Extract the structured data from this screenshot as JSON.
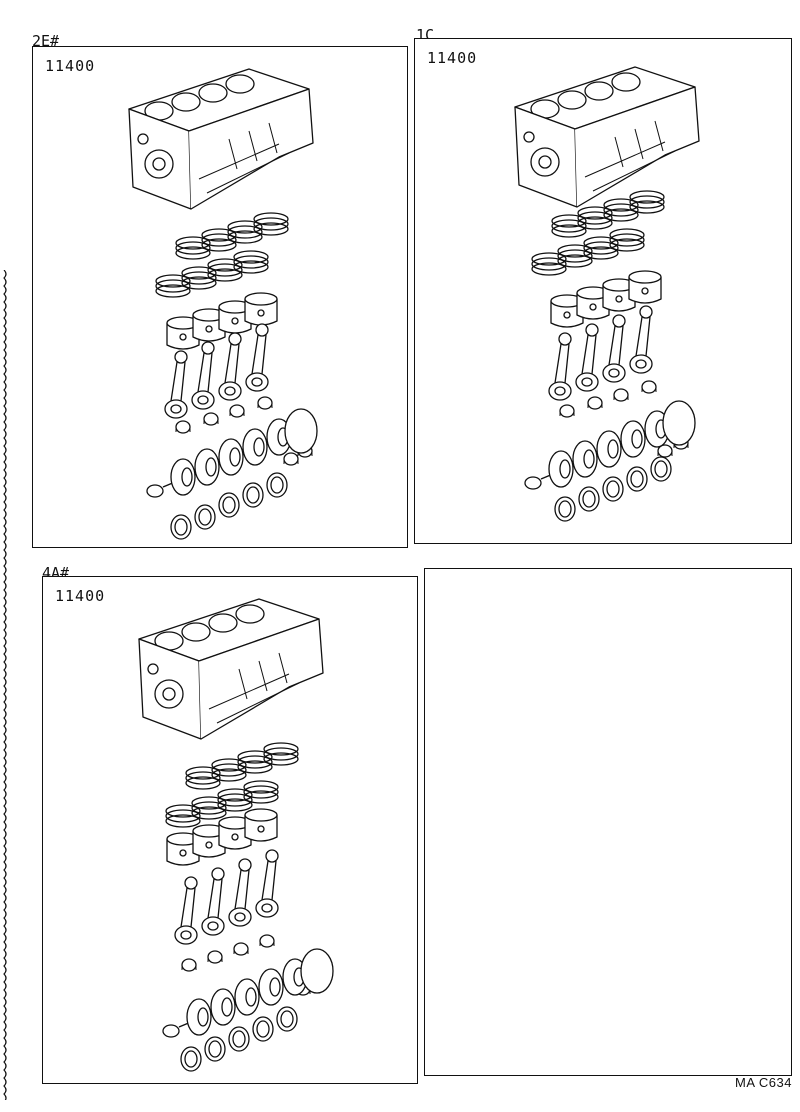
{
  "panels": [
    {
      "engine": "2E#",
      "part_number": "11400"
    },
    {
      "engine": "1C",
      "part_number": "11400"
    },
    {
      "engine": "4A#",
      "part_number": "11400"
    },
    {
      "engine": "",
      "part_number": ""
    }
  ],
  "footer": {
    "code": "MA C634"
  }
}
